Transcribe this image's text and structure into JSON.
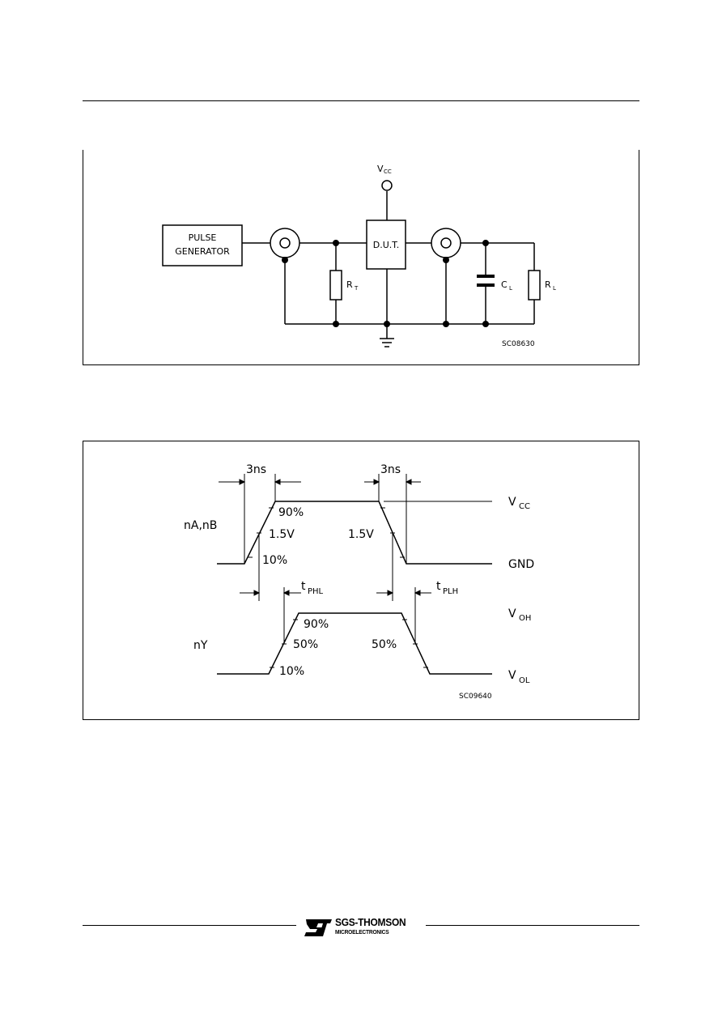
{
  "circuit": {
    "pulse_generator_line1": "PULSE",
    "pulse_generator_line2": "GENERATOR",
    "vcc_label": "V",
    "vcc_sub": "CC",
    "dut_label": "D.U.T.",
    "rt_label": "R",
    "rt_sub": "T",
    "cl_label": "C",
    "cl_sub": "L",
    "rl_label": "R",
    "rl_sub": "L",
    "figure_code": "SC08630"
  },
  "waveform": {
    "rise_time_label": "3ns",
    "fall_time_label": "3ns",
    "input_signal": "nA,nB",
    "output_signal": "nY",
    "vcc_label": "V",
    "vcc_sub": "CC",
    "gnd_label": "GND",
    "voh_label": "V",
    "voh_sub": "OH",
    "vol_label": "V",
    "vol_sub": "OL",
    "in_90": "90%",
    "in_15_rise": "1.5V",
    "in_10": "10%",
    "in_15_fall": "1.5V",
    "tphl_label": "t",
    "tphl_sub": "PHL",
    "tplh_label": "t",
    "tplh_sub": "PLH",
    "out_90": "90%",
    "out_50_rise": "50%",
    "out_10": "10%",
    "out_50_fall": "50%",
    "figure_code": "SC09640"
  },
  "footer": {
    "brand_name": "SGS-THOMSON",
    "brand_sub": "MICROELECTRONICS"
  }
}
